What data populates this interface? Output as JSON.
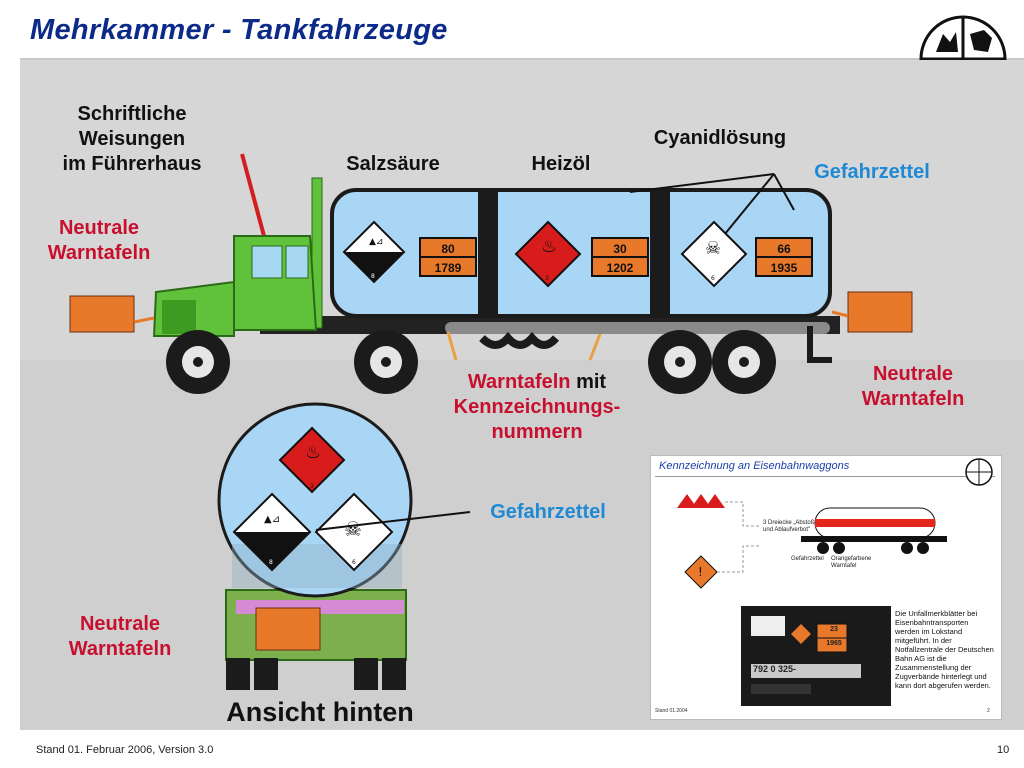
{
  "title": "Mehrkammer - Tankfahrzeuge",
  "labels": {
    "schriftliche": "Schriftliche",
    "weisungen": "Weisungen",
    "fuehrerhaus": "im Führerhaus",
    "salzsaeure": "Salzsäure",
    "heizoel": "Heizöl",
    "cyanid": "Cyanidlösung",
    "gefahrzettel_top": "Gefahrzettel",
    "neutral_left_1": "Neutrale",
    "neutral_left_2": "Warntafeln",
    "neutral_right_1": "Neutrale",
    "neutral_right_2": "Warntafeln",
    "warntafeln_red": "Warntafeln",
    "warntafeln_mit": " mit",
    "kennzeichnungs": "Kennzeichnungs-",
    "nummern": "nummern",
    "gefahrzettel_rear": "Gefahrzettel",
    "neutral_bottom_1": "Neutrale",
    "neutral_bottom_2": "Warntafeln",
    "ansicht_hinten": "Ansicht hinten"
  },
  "plates": [
    {
      "top": "80",
      "bottom": "1789"
    },
    {
      "top": "30",
      "bottom": "1202"
    },
    {
      "top": "66",
      "bottom": "1935"
    }
  ],
  "hazard_numbers": [
    "8",
    "3",
    "6"
  ],
  "rear_hazard_numbers": [
    "3",
    "8",
    "6"
  ],
  "inset": {
    "title": "Kennzeichnung an Eisenbahnwaggons",
    "dreiecke": "3 Dreiecke „Abstoß- und Ablaufverbot\"",
    "gefahrzettel": "Gefahrzettel",
    "orangetafel": "Orangefarbene Warntafel",
    "note": "Die Unfallmerkblätter bei Eisenbahntransporten werden im Lokstand mitgeführt. In der Notfallzentrale der Deutschen Bahn AG ist die Zusammenstellung der Zugverbände hinterlegt und kann dort abgerufen werden.",
    "plate_top": "23",
    "plate_bottom": "1965",
    "wagon_number": "792 0 325-",
    "foot_left": "Stand 01.2004",
    "foot_right": "2"
  },
  "footer": "Stand 01. Februar 2006, Version 3.0",
  "page_number": "10",
  "colors": {
    "title": "#0c2a8a",
    "red_label": "#c8102e",
    "blue_label": "#1e8ad6",
    "orange_plate": "#e8782a",
    "tank_blue": "#a9d6f5",
    "cab_green": "#5fc23a"
  }
}
